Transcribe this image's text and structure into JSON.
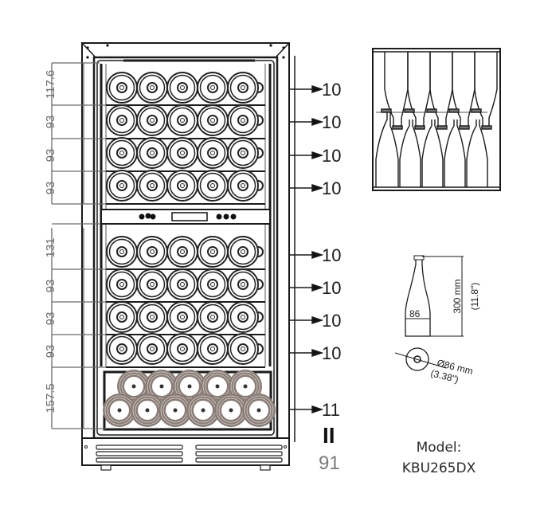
{
  "shelves": {
    "upper_zone": [
      {
        "dimension": "117.6",
        "bottle_count": "10"
      },
      {
        "dimension": "93",
        "bottle_count": "10"
      },
      {
        "dimension": "93",
        "bottle_count": "10"
      },
      {
        "dimension": "93",
        "bottle_count": "10"
      }
    ],
    "lower_zone": [
      {
        "dimension": "131",
        "bottle_count": "10"
      },
      {
        "dimension": "93",
        "bottle_count": "10"
      },
      {
        "dimension": "93",
        "bottle_count": "10"
      },
      {
        "dimension": "93",
        "bottle_count": "10"
      }
    ],
    "bottom_rack": {
      "dimension": "157.5",
      "bottle_count": "11"
    }
  },
  "total": {
    "equals_sign": "II",
    "value": "91"
  },
  "bottle_spec": {
    "height": "300 mm",
    "height_in": "(11.8\")",
    "width_label": "86",
    "diameter": "Ø86 mm",
    "diameter_in": "(3.38\")"
  },
  "model": {
    "label": "Model:",
    "value": "KBU265DX"
  },
  "colors": {
    "line": "#1a1a1a",
    "dim_line": "#6b6b6b",
    "bottle_fill": "#8a7d77"
  }
}
